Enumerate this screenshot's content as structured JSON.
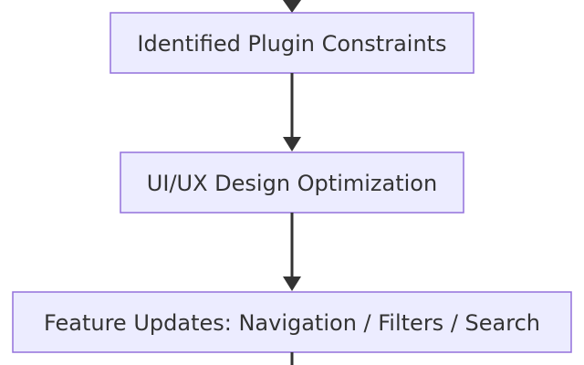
{
  "diagram": {
    "nodes": [
      {
        "label": "Identified Plugin Constraints"
      },
      {
        "label": "UI/UX Design Optimization"
      },
      {
        "label": "Feature Updates: Navigation / Filters / Search"
      }
    ]
  },
  "colors": {
    "node_fill": "#ececff",
    "node_border": "#9370db",
    "edge": "#333333",
    "text": "#333333"
  }
}
